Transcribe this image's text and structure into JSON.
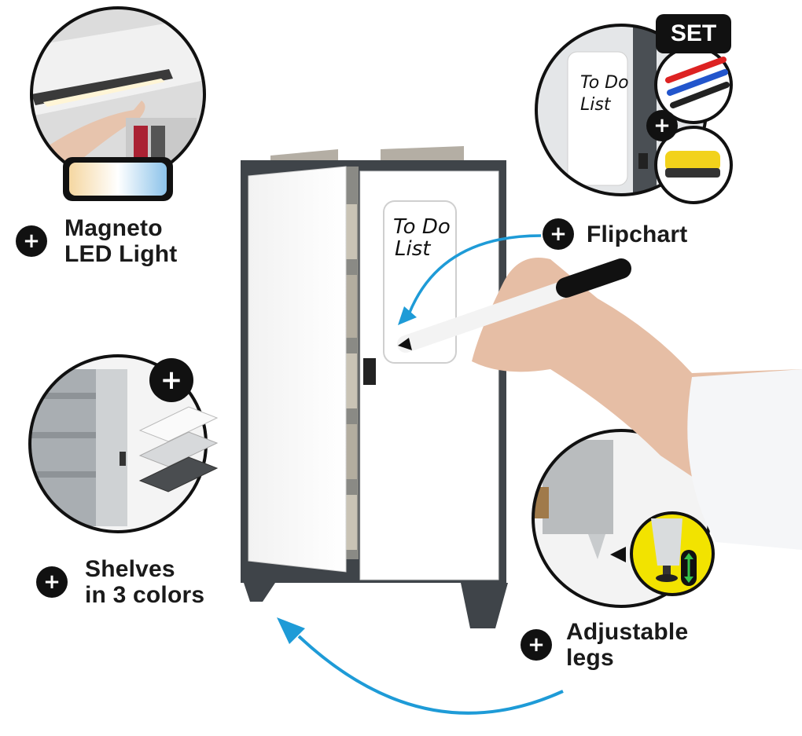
{
  "features": {
    "led": {
      "line1": "Magneto",
      "line2": "LED Light"
    },
    "flipchart": {
      "label": "Flipchart"
    },
    "shelves": {
      "line1": "Shelves",
      "line2": "in 3 colors"
    },
    "legs": {
      "line1": "Adjustable",
      "line2": "legs"
    }
  },
  "badges": {
    "set": "SET",
    "plus": "+"
  },
  "whiteboard": {
    "line1": "To Do",
    "line2": "List"
  },
  "colors": {
    "accent_blue": "#1e9bd7",
    "cabinet_frame": "#3f4449",
    "door_white": "#ffffff",
    "badge_black": "#111111",
    "highlight_yellow": "#f2e300"
  },
  "icons": [
    "plus-icon",
    "arrow-icon",
    "led-light-icon",
    "marker-icon",
    "eraser-icon",
    "shelf-icon",
    "leg-icon"
  ]
}
